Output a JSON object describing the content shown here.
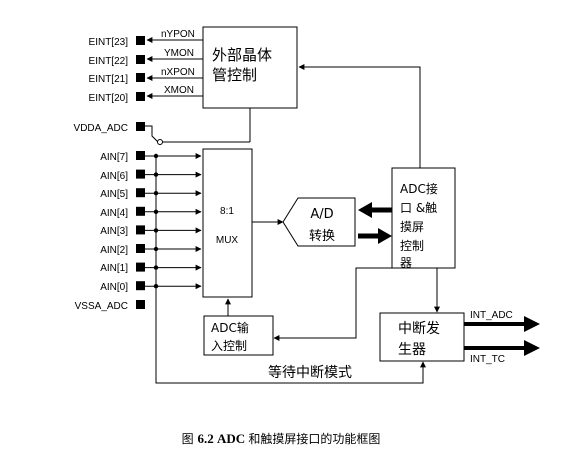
{
  "left_pins": {
    "eint": [
      "EINT[23]",
      "EINT[22]",
      "EINT[21]",
      "EINT[20]"
    ],
    "vdda": "VDDA_ADC",
    "ain": [
      "AIN[7]",
      "AIN[6]",
      "AIN[5]",
      "AIN[4]",
      "AIN[3]",
      "AIN[2]",
      "AIN[1]",
      "AIN[0]"
    ],
    "vssa": "VSSA_ADC"
  },
  "switch_signals": [
    "nYPON",
    "YMON",
    "nXPON",
    "XMON"
  ],
  "blocks": {
    "ext_crystal": {
      "line1": "外部晶体",
      "line2": "管控制"
    },
    "mux": {
      "line1": "8:1",
      "line2": "MUX"
    },
    "adc": {
      "line1": "A/D",
      "line2": "转换"
    },
    "interface": {
      "line1": "ADC接",
      "line2": "口 &触",
      "line3": "摸屏",
      "line4": "控制",
      "line5": "器"
    },
    "input_ctrl": {
      "line1": "ADC输",
      "line2": "入控制"
    },
    "interrupt_gen": {
      "line1": "中断发",
      "line2": "生器"
    }
  },
  "outputs": [
    "INT_ADC",
    "INT_TC"
  ],
  "wait_mode_label": "等待中断模式",
  "caption": {
    "prefix": "图 ",
    "number": "6.2",
    "middle": " ADC ",
    "rest": "和触摸屏接口的功能框图"
  }
}
